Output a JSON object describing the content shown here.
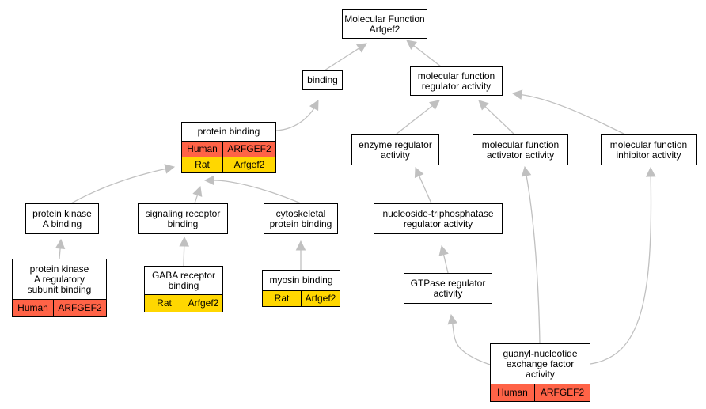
{
  "colors": {
    "human": "#ff6347",
    "rat": "#ffd700",
    "edge": "#c0c0c0"
  },
  "nodes": {
    "root": {
      "label": "Molecular Function\nArfgef2"
    },
    "binding": {
      "label": "binding"
    },
    "mfra": {
      "label": "molecular function\nregulator activity"
    },
    "pb": {
      "label": "protein binding",
      "rows": [
        {
          "species": "Human",
          "gene": "ARFGEF2"
        },
        {
          "species": "Rat",
          "gene": "Arfgef2"
        }
      ]
    },
    "era": {
      "label": "enzyme regulator\nactivity"
    },
    "mfaa": {
      "label": "molecular function\nactivator activity"
    },
    "mfia": {
      "label": "molecular function\ninhibitor activity"
    },
    "pkab": {
      "label": "protein kinase\nA binding"
    },
    "srb": {
      "label": "signaling receptor\nbinding"
    },
    "cpb": {
      "label": "cytoskeletal\nprotein binding"
    },
    "ntra": {
      "label": "nucleoside-triphosphatase\nregulator activity"
    },
    "pkarsb": {
      "label": "protein kinase\nA regulatory\nsubunit binding",
      "rows": [
        {
          "species": "Human",
          "gene": "ARFGEF2"
        }
      ]
    },
    "gabarb": {
      "label": "GABA receptor\nbinding",
      "rows": [
        {
          "species": "Rat",
          "gene": "Arfgef2"
        }
      ]
    },
    "myob": {
      "label": "myosin binding",
      "rows": [
        {
          "species": "Rat",
          "gene": "Arfgef2"
        }
      ]
    },
    "gtpra": {
      "label": "GTPase regulator\nactivity"
    },
    "gnef": {
      "label": "guanyl-nucleotide\nexchange factor\nactivity",
      "rows": [
        {
          "species": "Human",
          "gene": "ARFGEF2"
        }
      ]
    }
  },
  "edges": [
    {
      "from": "binding",
      "to": "root"
    },
    {
      "from": "mfra",
      "to": "root"
    },
    {
      "from": "pb",
      "to": "binding"
    },
    {
      "from": "era",
      "to": "mfra"
    },
    {
      "from": "mfaa",
      "to": "mfra"
    },
    {
      "from": "mfia",
      "to": "mfra"
    },
    {
      "from": "pkab",
      "to": "pb"
    },
    {
      "from": "srb",
      "to": "pb"
    },
    {
      "from": "cpb",
      "to": "pb"
    },
    {
      "from": "ntra",
      "to": "era"
    },
    {
      "from": "pkarsb",
      "to": "pkab"
    },
    {
      "from": "gabarb",
      "to": "srb"
    },
    {
      "from": "myob",
      "to": "cpb"
    },
    {
      "from": "gtpra",
      "to": "ntra"
    },
    {
      "from": "gnef",
      "to": "gtpra"
    },
    {
      "from": "gnef",
      "to": "mfaa"
    },
    {
      "from": "gnef",
      "to": "mfia"
    }
  ]
}
